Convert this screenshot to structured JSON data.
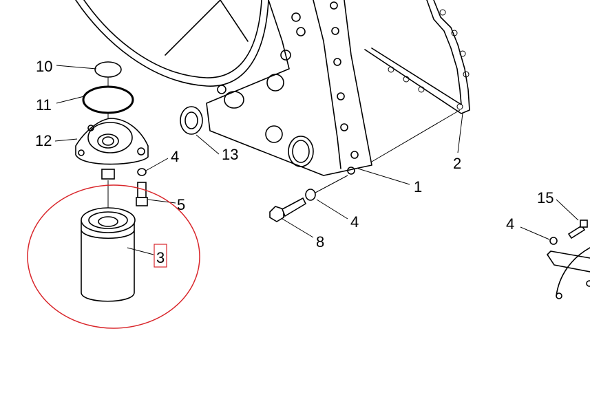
{
  "diagram": {
    "callouts": {
      "oring_small": "10",
      "oring_large": "11",
      "filter_head": "12",
      "washer_head": "4",
      "screw_head": "5",
      "oil_filter": "3",
      "seal": "13",
      "gasket": "2",
      "housing": "1",
      "washer_bolt": "4",
      "bolt": "8",
      "screw_right": "15",
      "washer_right": "4"
    },
    "highlight_color": "#d9262b"
  }
}
